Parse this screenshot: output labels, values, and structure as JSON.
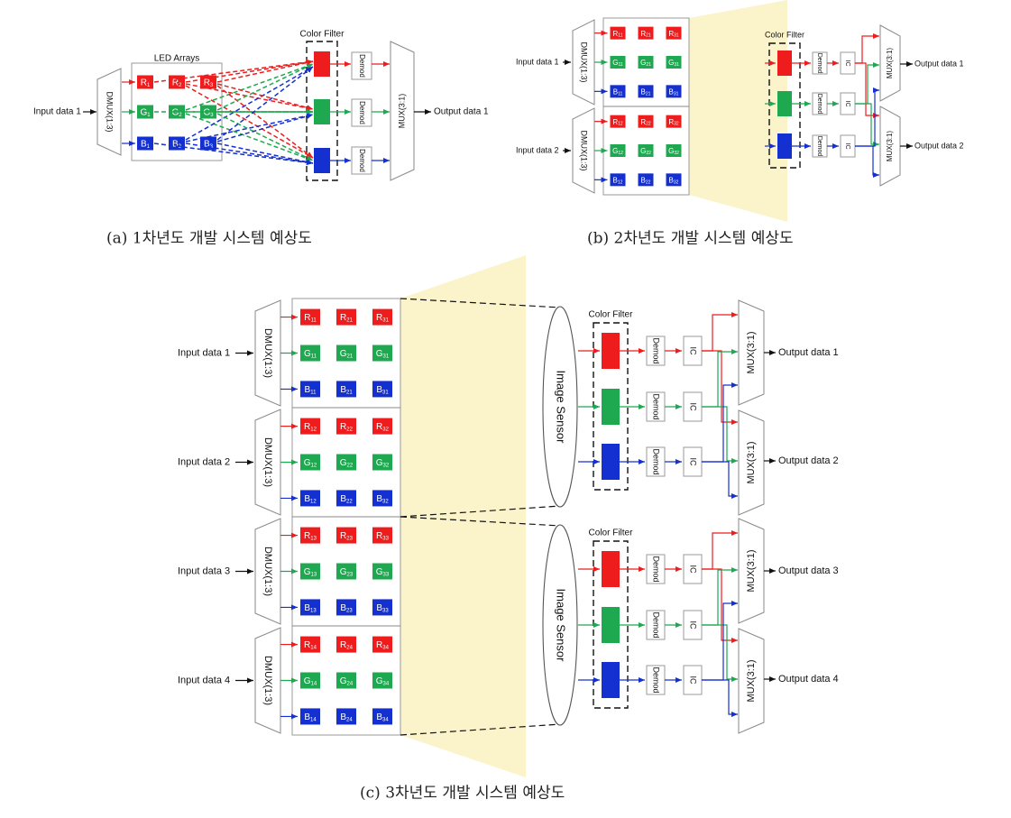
{
  "colors": {
    "red": "#ee1c1c",
    "green": "#1ea84f",
    "blue": "#1530d0",
    "beam": "#fbf3c9"
  },
  "labels": {
    "led_arrays": "LED Arrays",
    "color_filter": "Color Filter",
    "demod": "Demod",
    "ic": "IC",
    "dmux": "DMUX(1:3)",
    "mux": "MUX(3:1)",
    "image_sensor": "Image Sensor",
    "input_prefix": "Input data ",
    "output_prefix": "Output data "
  },
  "panel_a": {
    "caption": "(a) 1차년도 개발 시스템 예상도",
    "input": "Input data 1",
    "output": "Output data 1",
    "leds": [
      "R",
      "R",
      "R",
      "G",
      "G",
      "G",
      "B",
      "B",
      "B"
    ],
    "led_subs": [
      "1",
      "2",
      "3",
      "1",
      "2",
      "3",
      "1",
      "2",
      "3"
    ]
  },
  "panel_b": {
    "caption": "(b) 2차년도 개발 시스템 예상도",
    "inputs": [
      "Input data 1",
      "Input data 2"
    ],
    "outputs": [
      "Output data 1",
      "Output data 2"
    ]
  },
  "panel_c": {
    "caption": "(c) 3차년도 개발 시스템 예상도",
    "inputs": [
      "Input data 1",
      "Input data 2",
      "Input data 3",
      "Input data 4"
    ],
    "outputs": [
      "Output data 1",
      "Output data 2",
      "Output data 3",
      "Output data 4"
    ]
  }
}
